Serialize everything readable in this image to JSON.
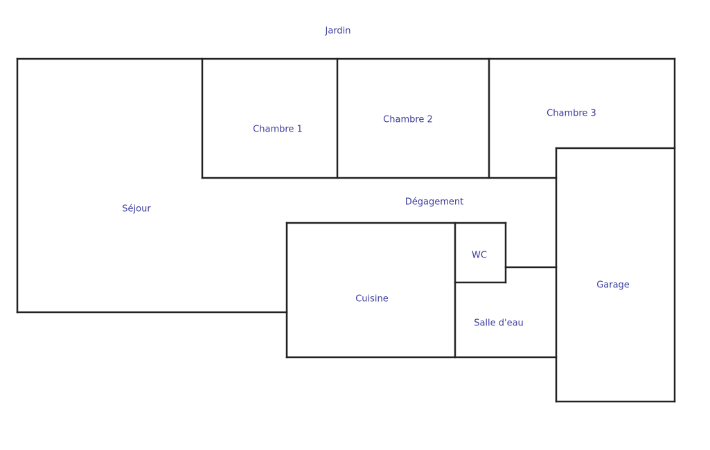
{
  "title": "Floor plan",
  "colors": {
    "wall": "#222222",
    "label": "#3b3b9e"
  },
  "rooms": {
    "jardin": "Jardin",
    "chambre1": "Chambre 1",
    "chambre2": "Chambre 2",
    "chambre3": "Chambre 3",
    "sejour": "Séjour",
    "degagement": "Dégagement",
    "wc": "WC",
    "garage": "Garage",
    "cuisine": "Cuisine",
    "salle_deau": "Salle d'eau"
  }
}
